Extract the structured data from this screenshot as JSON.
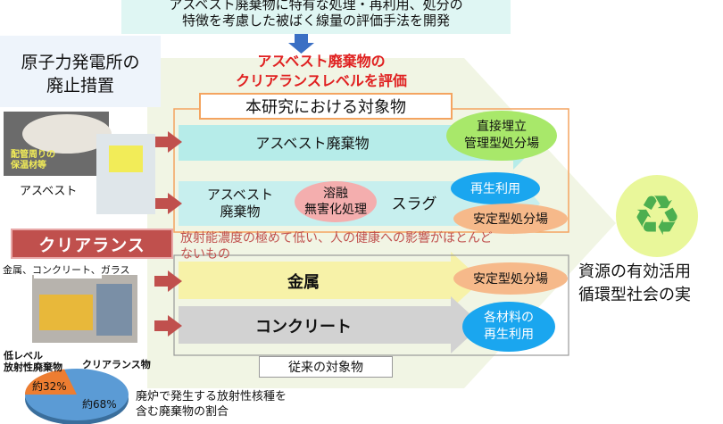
{
  "top_banner": {
    "line1": "アスベスト廃棄物に特有な処理・再利用、処分の",
    "line2": "特徴を考慮した被ばく線量の評価手法を開発"
  },
  "left_title": {
    "line1": "原子力発電所の",
    "line2": "廃止措置"
  },
  "red_heading": {
    "line1": "アスベスト廃棄物の",
    "line2": "クリアランスレベルを評価"
  },
  "research_box": "本研究における対象物",
  "photo_asbestos": {
    "label": "配管周りの\n保温材等",
    "caption": "アスベスト"
  },
  "row_asbestos": {
    "label": "アスベスト廃棄物"
  },
  "row_slag": {
    "left": "アスベスト\n廃棄物",
    "process": "溶融\n無害化処理",
    "result": "スラグ"
  },
  "dest": {
    "direct": "直接埋立\n管理型処分場",
    "recycle": "再生利用",
    "stable1": "安定型処分場",
    "stable2": "安定型処分場",
    "materials": "各材料の\n再生利用"
  },
  "clearance": {
    "label": "クリアランス",
    "definition_line1": "放射能濃度の極めて低い、人の健康への影響がほとんど",
    "definition_line2": "ないもの"
  },
  "materials_caption": "金属、コンクリート、ガラス",
  "row_metal": "金属",
  "row_concrete": "コンクリート",
  "conventional_box": "従来の対象物",
  "pie": {
    "low_level_label": "低レベル\n放射性廃棄物",
    "clearance_label": "クリアランス物",
    "slice_small": "約32%",
    "slice_large": "約68%",
    "caption_line1": "廃炉で発生する放射性核種を",
    "caption_line2": "含む廃棄物の割合"
  },
  "result": {
    "line1": "資源の有効活用",
    "line2": "循環型社会の実"
  },
  "colors": {
    "banner_bg": "#dff6f3",
    "red": "#e02020",
    "teal_arrow": "#b6ece9",
    "yellow_arrow": "#f7f2a8",
    "grey_arrow": "#d2d2d2",
    "green_oval": "#a8e86a",
    "blue_oval": "#1aa6ef",
    "orange_oval": "#f6b98a",
    "pink_oval": "#f4aeae",
    "clearance_bg": "#c0504d",
    "recycle_green": "#4caf50",
    "recycle_bg": "#e9f79a"
  },
  "icons": [
    "down-arrow-icon",
    "red-arrow-icon",
    "recycle-icon"
  ]
}
